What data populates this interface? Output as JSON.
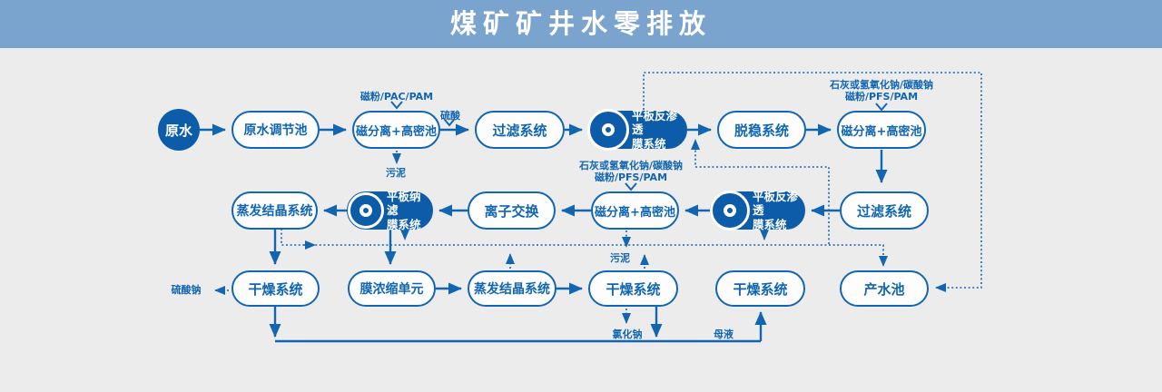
{
  "header": {
    "title": "煤矿矿井水零排放"
  },
  "colors": {
    "header_bg": "#7aa4ce",
    "line_blue": "#1266b1",
    "node_fill_blue": "#0d5ca9",
    "background": "#ececec",
    "title_text": "#ffffff"
  },
  "nodes": {
    "raw_water": "原水",
    "r1_regulating_pool": "原水调节池",
    "r1_magnetic_separation": "磁分离+高密池",
    "r1_filtration": "过滤系统",
    "r1_flat_ro": "平板反渗透\n膜系统",
    "r1_destabilization": "脱稳系统",
    "r1_magnetic_separation2": "磁分离+高密池",
    "r2_evaporation": "蒸发结晶系统",
    "r2_flat_nf": "平板纳滤\n膜系统",
    "r2_ion_exchange": "离子交换",
    "r2_magnetic_separation": "磁分离+高密池",
    "r2_flat_ro": "平板反渗透\n膜系统",
    "r2_filtration": "过滤系统",
    "r3_drying1": "干燥系统",
    "r3_membrane_concentration": "膜浓缩单元",
    "r3_evaporation": "蒸发结晶系统",
    "r3_drying2": "干燥系统",
    "r3_drying3": "干燥系统",
    "r3_product_pool": "产水池"
  },
  "labels": {
    "dosing_r1": "磁粉/PAC/PAM",
    "sulfuric_acid": "硫酸",
    "sludge_r1": "污泥",
    "dosing_r1b_line1": "石灰或氢氧化钠/碳酸钠",
    "dosing_r1b_line2": "磁粉/PFS/PAM",
    "dosing_r2_line1": "石灰或氢氧化钠/碳酸钠",
    "dosing_r2_line2": "磁粉/PFS/PAM",
    "sodium_sulfate": "硫酸钠",
    "sludge_r2": "污泥",
    "sodium_chloride": "氯化钠",
    "mother_liquor": "母液"
  }
}
